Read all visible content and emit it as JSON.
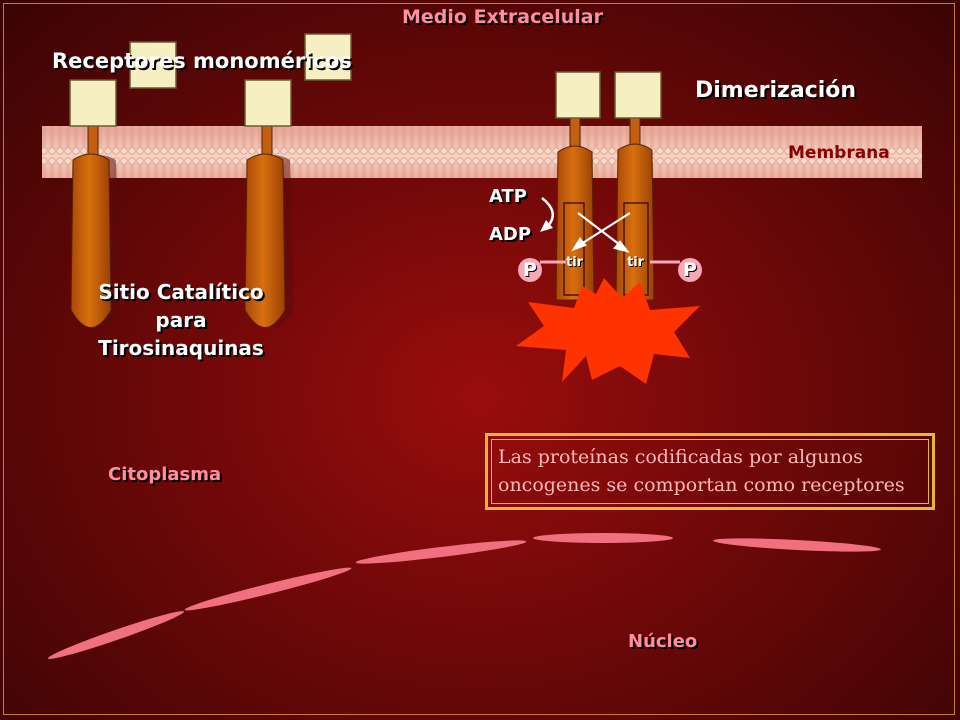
{
  "labels": {
    "medio_extracelular": "Medio Extracelular",
    "receptores_monomericos": "Receptores monoméricos",
    "dimerizacion": "Dimerización",
    "membrana": "Membrana",
    "sitio_catalitico": "Sitio Catalítico para Tirosinaquinas",
    "citoplasma": "Citoplasma",
    "nucleo": "Núcleo",
    "atp": "ATP",
    "adp": "ADP",
    "tir": "tir",
    "phosphate": "P"
  },
  "note": {
    "text": "Las proteínas codificadas por algunos oncogenes se comportan como receptores"
  },
  "colors": {
    "background": "#8a0b0b",
    "receptor_body": "#cc5f0a",
    "ligand": "#f7f0c4",
    "membrane": "#f1c4b4",
    "burst": "#ff3300",
    "nucleus_envelope": "#f07080",
    "note_border": "#e6b53a",
    "note_text": "#ffb8b8"
  }
}
